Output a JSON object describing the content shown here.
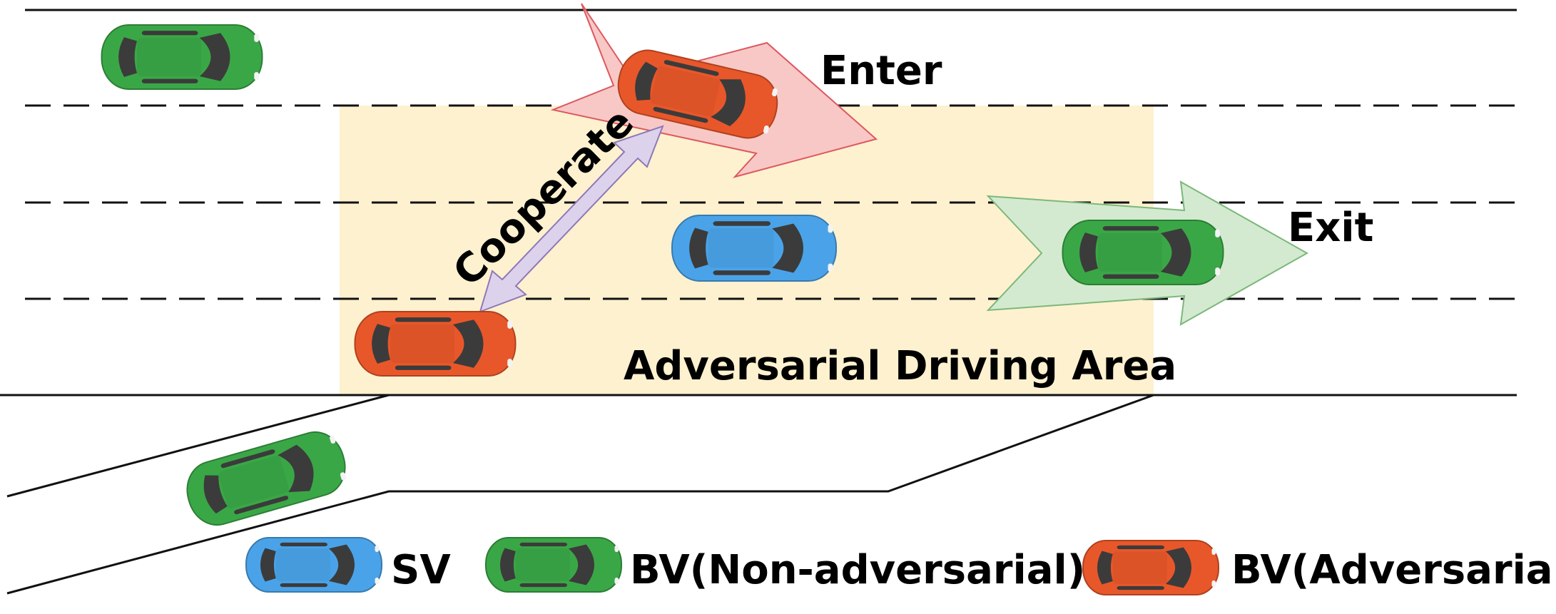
{
  "labels": {
    "enter": "Enter",
    "exit": "Exit",
    "cooperate": "Cooperate",
    "area": "Adversarial Driving Area"
  },
  "legend": [
    {
      "label": "SV",
      "car": "blue"
    },
    {
      "label": "BV(Non-adversarial)",
      "car": "green"
    },
    {
      "label": "BV(Adversarial)",
      "car": "orange"
    }
  ],
  "colors": {
    "sv_blue": "#4aa3e8",
    "bv_green": "#3aa746",
    "adv_orange": "#e8572a",
    "area_fill": "#fef1cf",
    "enter_arrow": "#f7c8c6",
    "exit_arrow": "#d3ead0",
    "cooperate_arrow": "#ddd2ec"
  },
  "icons": {
    "car": "top-down-car-icon",
    "arrow": "block-arrow"
  }
}
